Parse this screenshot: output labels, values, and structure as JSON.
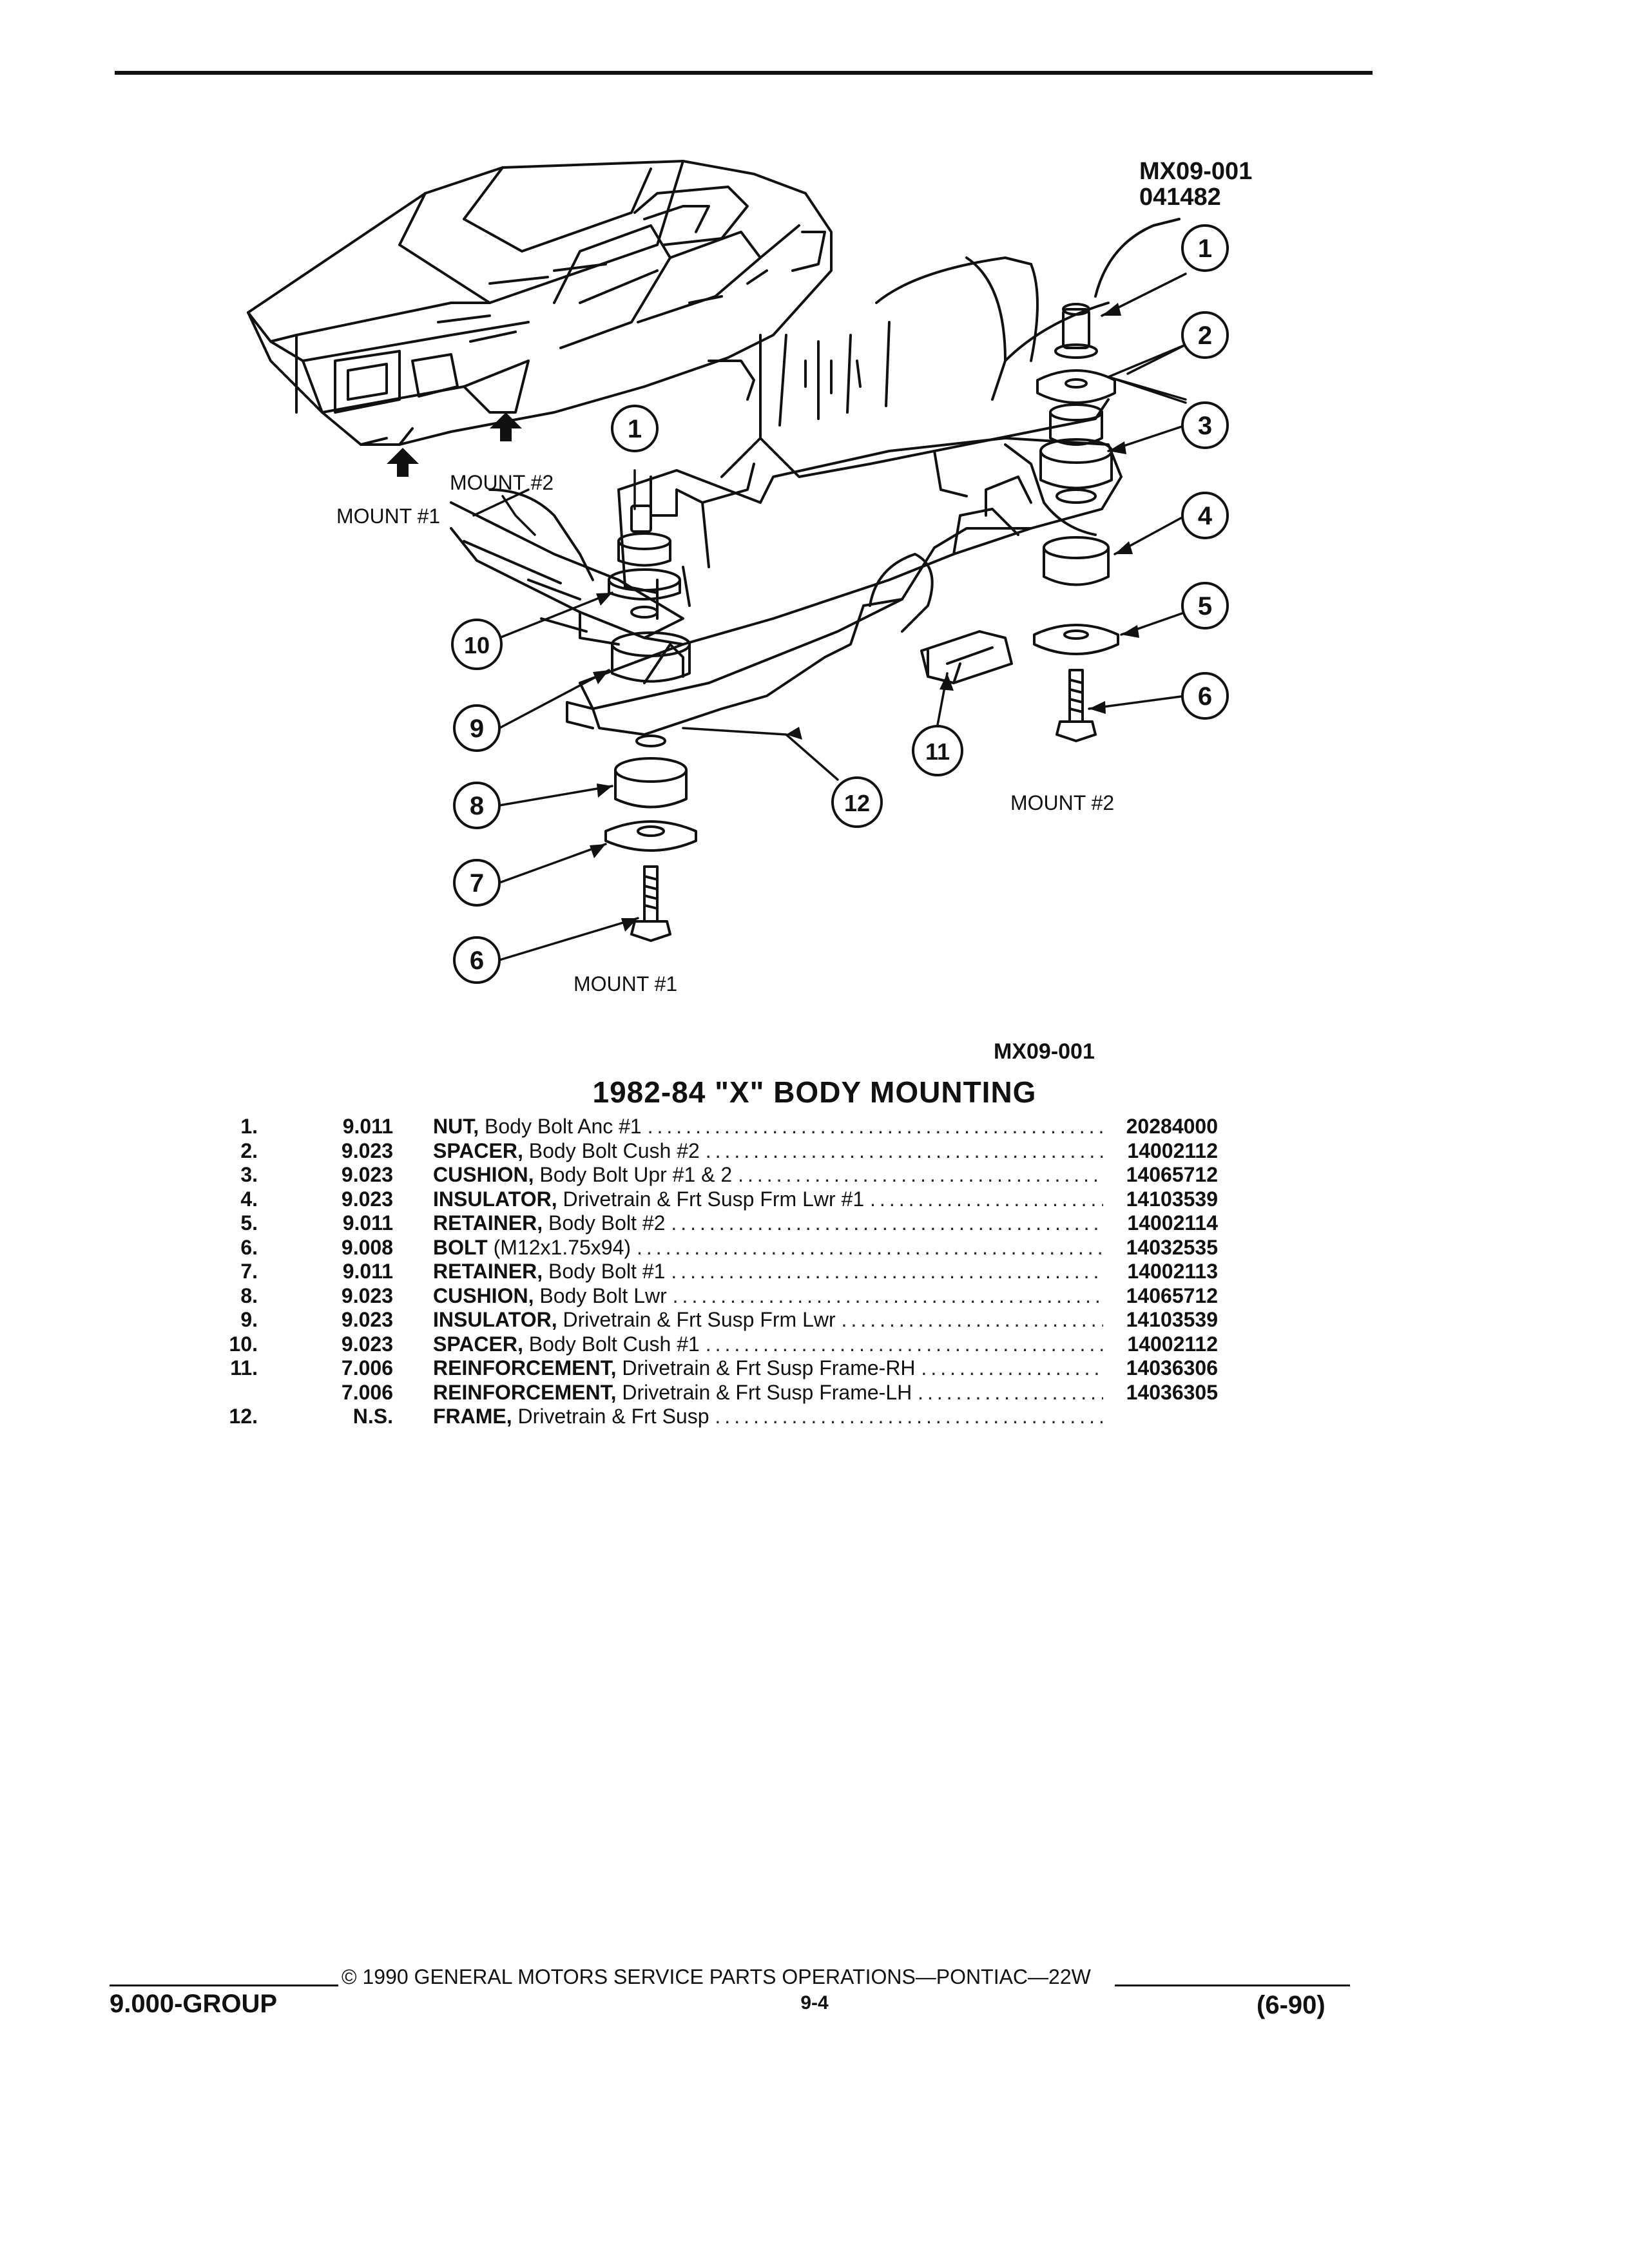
{
  "diagram": {
    "code_top": "MX09-001",
    "date_code": "041482",
    "code_bottom": "MX09-001",
    "labels": {
      "mount2_upper": "MOUNT #2",
      "mount1_upper": "MOUNT #1",
      "mount2_lower": "MOUNT #2",
      "mount1_lower": "MOUNT #1"
    },
    "callouts": [
      "1",
      "2",
      "3",
      "4",
      "5",
      "6",
      "1",
      "10",
      "9",
      "8",
      "7",
      "6",
      "11",
      "12"
    ]
  },
  "title": "1982-84 \"X\" BODY MOUNTING",
  "parts": [
    {
      "num": "1.",
      "group": "9.011",
      "name": "NUT,",
      "desc": "Body Bolt Anc #1",
      "pn": "20284000"
    },
    {
      "num": "2.",
      "group": "9.023",
      "name": "SPACER,",
      "desc": "Body Bolt Cush #2",
      "pn": "14002112"
    },
    {
      "num": "3.",
      "group": "9.023",
      "name": "CUSHION,",
      "desc": "Body Bolt Upr #1 & 2",
      "pn": "14065712"
    },
    {
      "num": "4.",
      "group": "9.023",
      "name": "INSULATOR,",
      "desc": "Drivetrain & Frt Susp Frm Lwr #1",
      "pn": "14103539"
    },
    {
      "num": "5.",
      "group": "9.011",
      "name": "RETAINER,",
      "desc": "Body Bolt #2",
      "pn": "14002114"
    },
    {
      "num": "6.",
      "group": "9.008",
      "name": "BOLT",
      "desc": "(M12x1.75x94)",
      "pn": "14032535"
    },
    {
      "num": "7.",
      "group": "9.011",
      "name": "RETAINER,",
      "desc": "Body Bolt #1",
      "pn": "14002113"
    },
    {
      "num": "8.",
      "group": "9.023",
      "name": "CUSHION,",
      "desc": "Body Bolt Lwr",
      "pn": "14065712"
    },
    {
      "num": "9.",
      "group": "9.023",
      "name": "INSULATOR,",
      "desc": "Drivetrain & Frt Susp Frm Lwr",
      "pn": "14103539"
    },
    {
      "num": "10.",
      "group": "9.023",
      "name": "SPACER,",
      "desc": "Body Bolt Cush #1",
      "pn": "14002112"
    },
    {
      "num": "11.",
      "group": "7.006",
      "name": "REINFORCEMENT,",
      "desc": "Drivetrain & Frt Susp Frame-RH",
      "pn": "14036306"
    },
    {
      "num": "",
      "group": "7.006",
      "name": "REINFORCEMENT,",
      "desc": "Drivetrain & Frt Susp Frame-LH",
      "pn": "14036305"
    },
    {
      "num": "12.",
      "group": "N.S.",
      "name": "FRAME,",
      "desc": "Drivetrain & Frt Susp",
      "pn": ""
    }
  ],
  "footer": {
    "copyright": "© 1990 GENERAL MOTORS SERVICE PARTS OPERATIONS—PONTIAC—22W",
    "group": "9.000-GROUP",
    "page": "9-4",
    "date": "(6-90)"
  }
}
